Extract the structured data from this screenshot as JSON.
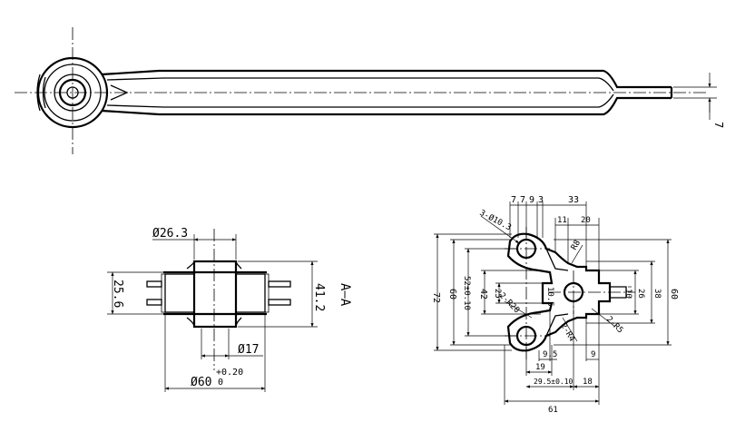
{
  "top_view": {
    "dims": {
      "width": "7"
    }
  },
  "bushing": {
    "dims": {
      "outer_diameter": "Ø26.3",
      "height": "25.6",
      "flange_height": "41.2",
      "inner_diameter": "Ø17",
      "base_diameter": "Ø60",
      "tol_upper": "+0.20",
      "tol_lower": "0"
    },
    "section_label": "A—A"
  },
  "bracket": {
    "dims": {
      "d1": "7",
      "d2": "7",
      "d3": "9",
      "d4": "3",
      "d5": "33",
      "d6": "11",
      "d7": "20",
      "hole_d": "3-Ø10.3",
      "r_top": "R8",
      "h72": "72",
      "h60": "60",
      "h52": "52±0.10",
      "h42": "42",
      "h25": "25",
      "h105": "10.5",
      "r2": "2-R20",
      "v10": "10",
      "v26": "26",
      "v38": "38",
      "v60": "60",
      "r4": "2-R4",
      "r5": "2-R5",
      "w95": "9.5",
      "w9": "9",
      "w19": "19",
      "w295": "29.5±0.10",
      "w18": "18",
      "w61": "61"
    }
  }
}
